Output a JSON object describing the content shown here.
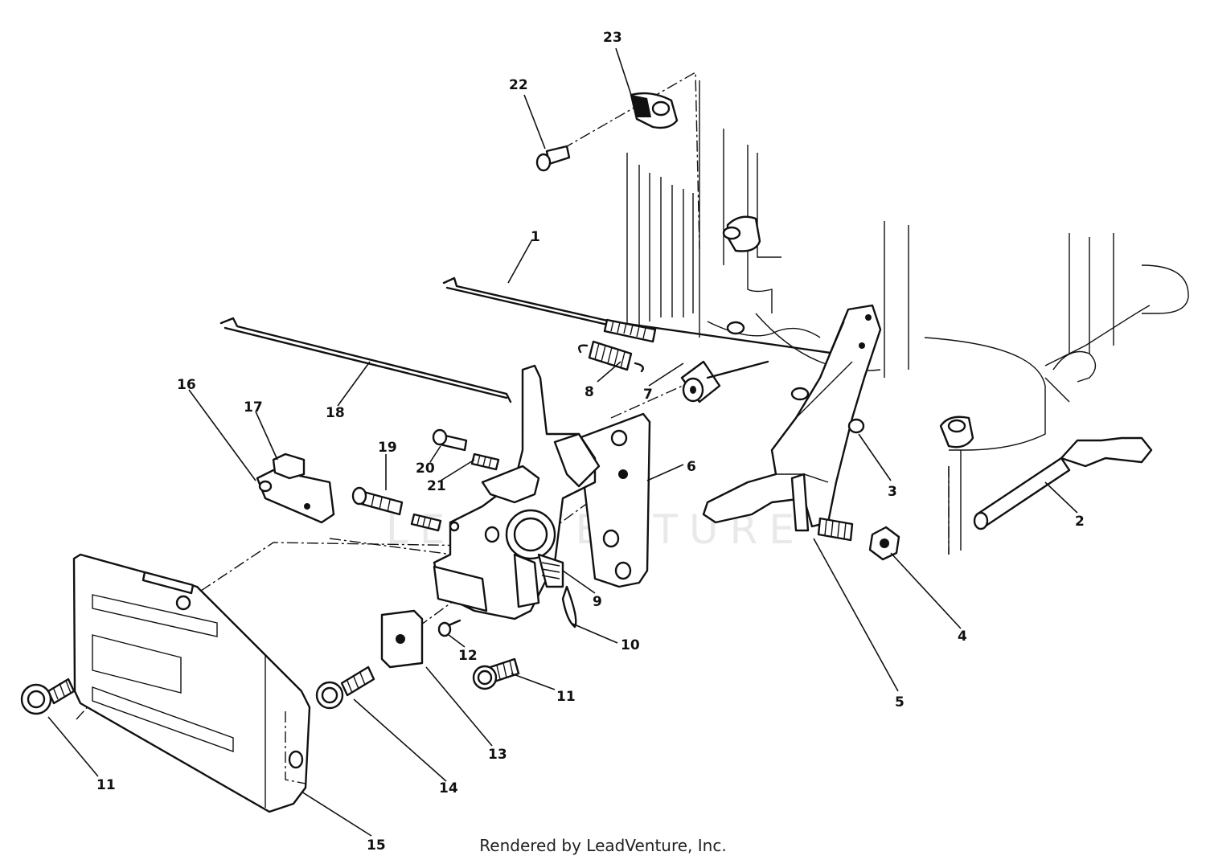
{
  "watermark": "LEADVENTURE",
  "credit": "Rendered by LeadVenture, Inc.",
  "callouts": [
    "1",
    "2",
    "3",
    "4",
    "5",
    "6",
    "7",
    "8",
    "9",
    "10",
    "11",
    "12",
    "13",
    "14",
    "15",
    "16",
    "17",
    "18",
    "19",
    "20",
    "21",
    "22",
    "23",
    "11"
  ]
}
